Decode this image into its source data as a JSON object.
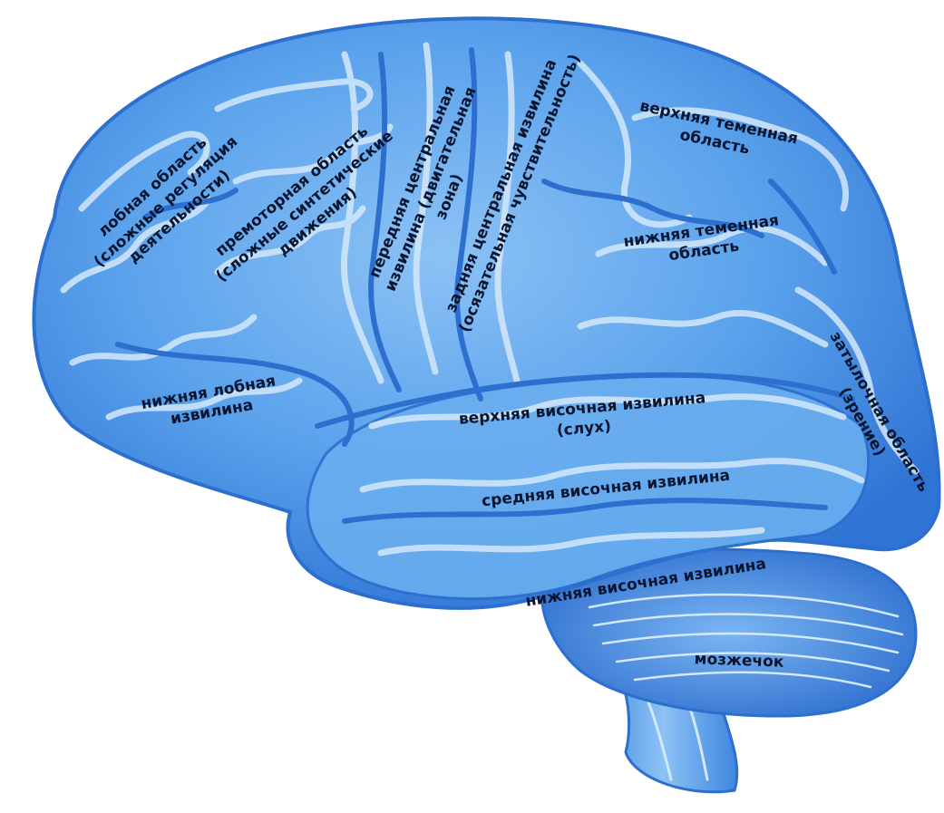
{
  "diagram": {
    "colors": {
      "background": "#ffffff",
      "brain": "#5aa2ec",
      "highlight": "#dbeeff",
      "sulcus": "#2c6fcf",
      "label": "#0a1630"
    },
    "labels": {
      "frontal_1": "лобная область",
      "frontal_2": "(сложные регуляция",
      "frontal_3": "деятельности)",
      "premotor_1": "премоторная область",
      "premotor_2": "(сложные синтетические",
      "premotor_3": "движения)",
      "precentral_1": "передняя центральная",
      "precentral_2": "извилина (двигательная",
      "precentral_3": "зона)",
      "postcentral_1": "задняя центральная извилина",
      "postcentral_2": "(осязательная чувствительность)",
      "sup_parietal_1": "верхняя теменная",
      "sup_parietal_2": "область",
      "inf_parietal_1": "нижняя теменная",
      "inf_parietal_2": "область",
      "inf_frontal_1": "нижняя лобная",
      "inf_frontal_2": "извилина",
      "sup_temporal_1": "верхняя височная извилина",
      "sup_temporal_2": "(слух)",
      "mid_temporal": "средняя височная извилина",
      "inf_temporal": "нижняя височная извилина",
      "occipital_1": "затылочная область",
      "occipital_2": "(зрение)",
      "cerebellum": "мозжечок"
    }
  }
}
